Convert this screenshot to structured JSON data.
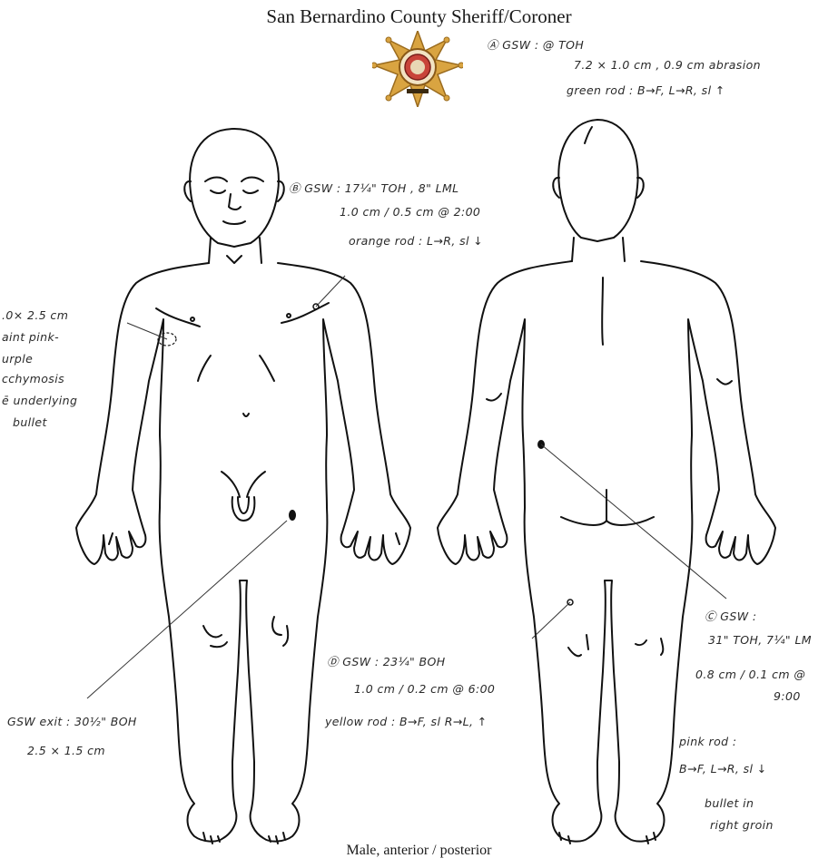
{
  "header": {
    "title": "San Bernardino County Sheriff/Coroner"
  },
  "badge": {
    "icon": "sheriff-star-badge-icon",
    "colors": {
      "star": "#d9a441",
      "seal": "#c8443a"
    }
  },
  "diagram": {
    "caption": "Male, anterior / posterior",
    "line_color": "#111111",
    "ink_color": "#2a2a2a"
  },
  "annotations": {
    "a": {
      "label": "Ⓐ GSW : @ TOH",
      "line1": "7.2 × 1.0 cm , 0.9 cm abrasion",
      "line2": "green rod : B→F, L→R, sl ↑"
    },
    "b": {
      "label": "Ⓑ GSW : 17¼\" TOH , 8\" LML",
      "line1": "1.0 cm / 0.5 cm @ 2:00",
      "line2": "orange rod : L→R, sl ↓"
    },
    "left_note": {
      "line1": ".0× 2.5 cm",
      "line2": "aint pink-",
      "line3": "urple",
      "line4": "cchymosis",
      "line5": "ē underlying",
      "line6": "bullet"
    },
    "exit": {
      "line1": "GSW exit : 30½\" BOH",
      "line2": "2.5 × 1.5 cm"
    },
    "d": {
      "label": "Ⓓ GSW : 23¼\" BOH",
      "line1": "1.0 cm / 0.2 cm @ 6:00",
      "line2": "yellow rod : B→F, sl R→L, ↑"
    },
    "c": {
      "label": "Ⓒ GSW :",
      "line1": "31\" TOH, 7¼\" LM",
      "line2": "0.8 cm / 0.1 cm @",
      "line3": "9:00",
      "line4": "pink rod :",
      "line5": "B→F, L→R, sl ↓",
      "line6": "bullet in",
      "line7": "right groin"
    }
  }
}
